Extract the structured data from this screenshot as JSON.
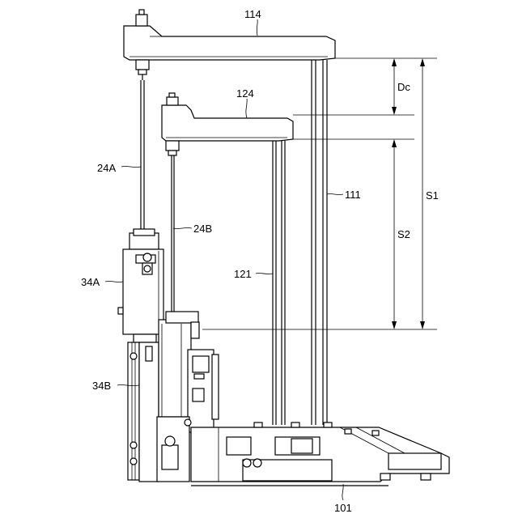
{
  "labels": {
    "upper_arm": "114",
    "lower_arm": "124",
    "dc": "Dc",
    "s1": "S1",
    "s2": "S2",
    "needle_a": "24A",
    "needle_b": "24B",
    "column_outer": "111",
    "column_inner": "121",
    "unit_a": "34A",
    "unit_b": "34B",
    "base": "101"
  }
}
